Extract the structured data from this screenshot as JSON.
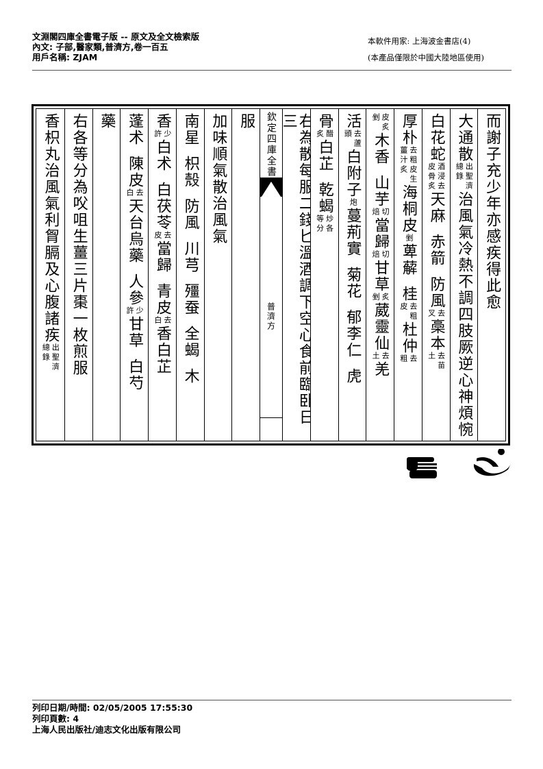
{
  "header": {
    "left_lines": [
      "文淵閣四庫全書電子版 -- 原文及全文檢索版",
      "內文: 子部,醫家類,普濟方,卷一百五",
      "用戶名稱: ZJAM"
    ],
    "right_lines": [
      "本軟件用家: 上海波金書店(4)",
      "(本產品僅限於中國大陸地區使用)"
    ]
  },
  "banner": {
    "top": "欽定四庫全書",
    "middle": "普濟方"
  },
  "columns": [
    {
      "id": "c1",
      "segments": [
        {
          "t": "text",
          "v": "而謝子充少年亦感疾得此愈"
        }
      ]
    },
    {
      "id": "c2",
      "segments": [
        {
          "t": "text",
          "v": "大通散"
        },
        {
          "t": "note",
          "v": [
            "出聖濟",
            "總錄"
          ]
        },
        {
          "t": "text",
          "v": "治風氣冷熱不調四肢厥逆心神煩惋"
        }
      ]
    },
    {
      "id": "c3",
      "segments": [
        {
          "t": "text",
          "v": "白花蛇"
        },
        {
          "t": "note",
          "v": [
            "酒浸去",
            "皮骨炙"
          ]
        },
        {
          "t": "text",
          "v": "天麻"
        },
        {
          "t": "gap"
        },
        {
          "t": "text",
          "v": "赤箭"
        },
        {
          "t": "gap"
        },
        {
          "t": "text",
          "v": "防風"
        },
        {
          "t": "note",
          "v": [
            "去",
            "叉"
          ]
        },
        {
          "t": "text",
          "v": "槀本"
        },
        {
          "t": "note",
          "v": [
            "去苗",
            "土"
          ]
        }
      ]
    },
    {
      "id": "c4",
      "segments": [
        {
          "t": "text",
          "v": "厚朴"
        },
        {
          "t": "note",
          "v": [
            "去粗皮生",
            "薑汁炙"
          ]
        },
        {
          "t": "text",
          "v": "海桐皮"
        },
        {
          "t": "note",
          "v": [
            "剉",
            ""
          ]
        },
        {
          "t": "text",
          "v": "萆薢"
        },
        {
          "t": "gap"
        },
        {
          "t": "text",
          "v": "桂"
        },
        {
          "t": "note",
          "v": [
            "去粗",
            "皮"
          ]
        },
        {
          "t": "text",
          "v": "杜仲"
        },
        {
          "t": "note",
          "v": [
            "去",
            "粗"
          ]
        }
      ]
    },
    {
      "id": "c5",
      "segments": [
        {
          "t": "note",
          "v": [
            "皮炙",
            "剉"
          ]
        },
        {
          "t": "text",
          "v": "木香"
        },
        {
          "t": "gap"
        },
        {
          "t": "text",
          "v": "山芋"
        },
        {
          "t": "note",
          "v": [
            "切",
            "焙"
          ]
        },
        {
          "t": "text",
          "v": "當歸"
        },
        {
          "t": "note",
          "v": [
            "切",
            "焙"
          ]
        },
        {
          "t": "text",
          "v": "甘草"
        },
        {
          "t": "note",
          "v": [
            "炙",
            "剉"
          ]
        },
        {
          "t": "text",
          "v": "葳靈仙"
        },
        {
          "t": "note",
          "v": [
            "去",
            "土"
          ]
        },
        {
          "t": "text",
          "v": "羌"
        }
      ]
    },
    {
      "id": "c6",
      "segments": [
        {
          "t": "text",
          "v": "活"
        },
        {
          "t": "note",
          "v": [
            "去蘆",
            "頭"
          ]
        },
        {
          "t": "text",
          "v": "白附子"
        },
        {
          "t": "note",
          "v": [
            "炮",
            ""
          ]
        },
        {
          "t": "text",
          "v": "蔓荊實"
        },
        {
          "t": "gap"
        },
        {
          "t": "text",
          "v": "菊花"
        },
        {
          "t": "gap"
        },
        {
          "t": "text",
          "v": "郁李仁"
        },
        {
          "t": "gap"
        },
        {
          "t": "text",
          "v": "虎"
        }
      ]
    },
    {
      "id": "c7",
      "segments": [
        {
          "t": "text",
          "v": "骨"
        },
        {
          "t": "note",
          "v": [
            "醋",
            "炙"
          ]
        },
        {
          "t": "text",
          "v": "白芷"
        },
        {
          "t": "gap"
        },
        {
          "t": "text",
          "v": "乾蝎"
        },
        {
          "t": "note",
          "v": [
            "炒各",
            "等分"
          ]
        }
      ]
    },
    {
      "id": "c8",
      "segments": [
        {
          "t": "text",
          "v": "右為散每服二錢匕溫酒調下空心食前臨卧日三"
        }
      ]
    },
    {
      "id": "banner",
      "segments": []
    },
    {
      "id": "c9",
      "segments": [
        {
          "t": "text",
          "v": "服"
        }
      ]
    },
    {
      "id": "c10",
      "segments": [
        {
          "t": "text",
          "v": "加味順氣散治風氣"
        }
      ]
    },
    {
      "id": "c11",
      "segments": [
        {
          "t": "text",
          "v": "南星"
        },
        {
          "t": "gap"
        },
        {
          "t": "text",
          "v": "枳殼"
        },
        {
          "t": "gap"
        },
        {
          "t": "text",
          "v": "防風"
        },
        {
          "t": "gap"
        },
        {
          "t": "text",
          "v": "川芎"
        },
        {
          "t": "gap"
        },
        {
          "t": "text",
          "v": "殭蚕"
        },
        {
          "t": "gap"
        },
        {
          "t": "text",
          "v": "全蝎"
        },
        {
          "t": "gap"
        },
        {
          "t": "text",
          "v": "木"
        }
      ]
    },
    {
      "id": "c12",
      "segments": [
        {
          "t": "text",
          "v": "香"
        },
        {
          "t": "note",
          "v": [
            "少",
            "許"
          ]
        },
        {
          "t": "text",
          "v": "白术"
        },
        {
          "t": "gap"
        },
        {
          "t": "text",
          "v": "白茯苓"
        },
        {
          "t": "note",
          "v": [
            "去",
            "皮"
          ]
        },
        {
          "t": "text",
          "v": "當歸"
        },
        {
          "t": "gap"
        },
        {
          "t": "text",
          "v": "青皮"
        },
        {
          "t": "note",
          "v": [
            "去",
            "白"
          ]
        },
        {
          "t": "text",
          "v": "香白芷"
        }
      ]
    },
    {
      "id": "c13",
      "segments": [
        {
          "t": "text",
          "v": "蓬术"
        },
        {
          "t": "gap"
        },
        {
          "t": "text",
          "v": "陳皮"
        },
        {
          "t": "note",
          "v": [
            "去",
            "白"
          ]
        },
        {
          "t": "text",
          "v": "天台烏藥"
        },
        {
          "t": "gap"
        },
        {
          "t": "text",
          "v": "人參"
        },
        {
          "t": "note",
          "v": [
            "少",
            "許"
          ]
        },
        {
          "t": "text",
          "v": "甘草"
        },
        {
          "t": "gap"
        },
        {
          "t": "text",
          "v": "白芍"
        }
      ]
    },
    {
      "id": "c14",
      "segments": [
        {
          "t": "text",
          "v": "藥"
        }
      ]
    },
    {
      "id": "c15",
      "segments": [
        {
          "t": "text",
          "v": "右各等分為㕮咀生薑三片棗一枚煎服"
        }
      ]
    },
    {
      "id": "c16",
      "segments": [
        {
          "t": "text",
          "v": "香枳丸治風氣利胷膈及心腹諸疾"
        },
        {
          "t": "note",
          "v": [
            "出聖濟",
            "總錄"
          ]
        }
      ]
    }
  ],
  "footer": {
    "lines": [
      "列印日期/時間: 02/05/2005 17:55:30",
      "列印頁數: 4",
      "上海人民出版社/迪志文化出版有限公司"
    ]
  },
  "logo": {
    "name": "publisher-logo"
  }
}
